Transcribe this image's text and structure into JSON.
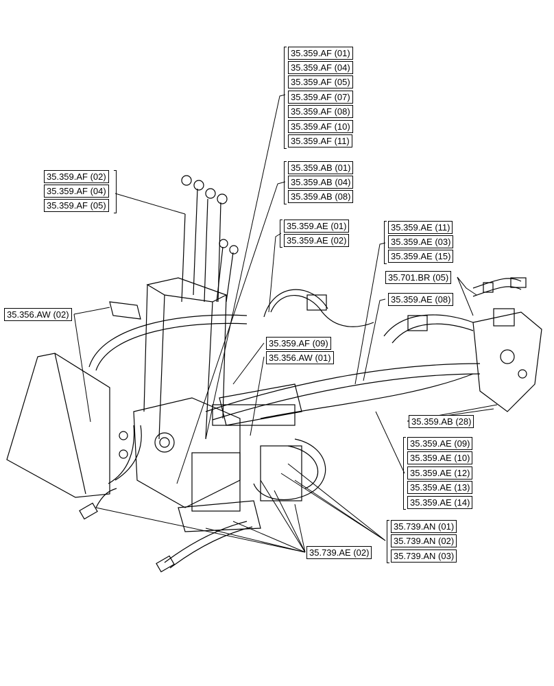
{
  "groups": {
    "g1": [
      "35.359.AF (01)",
      "35.359.AF (04)",
      "35.359.AF (05)",
      "35.359.AF (07)",
      "35.359.AF (08)",
      "35.359.AF (10)",
      "35.359.AF (11)"
    ],
    "g2": [
      "35.359.AB (01)",
      "35.359.AB (04)",
      "35.359.AB (08)"
    ],
    "g3": [
      "35.359.AF (02)",
      "35.359.AF (04)",
      "35.359.AF (05)"
    ],
    "g4": [
      "35.359.AE (01)",
      "35.359.AE (02)"
    ],
    "g5": [
      "35.359.AE (11)",
      "35.359.AE (03)",
      "35.359.AE (15)"
    ],
    "g6": [
      "35.359.AE (09)",
      "35.359.AE (10)",
      "35.359.AE (12)",
      "35.359.AE (13)",
      "35.359.AE (14)"
    ],
    "g7": [
      "35.739.AN (01)",
      "35.739.AN (02)",
      "35.739.AN (03)"
    ]
  },
  "singles": {
    "br05": "35.701.BR (05)",
    "ae08": "35.359.AE (08)",
    "aw02": "35.356.AW (02)",
    "af09": "35.359.AF (09)",
    "aw01": "35.356.AW (01)",
    "ab28": "35.359.AB (28)",
    "ae02": "35.739.AE (02)"
  }
}
